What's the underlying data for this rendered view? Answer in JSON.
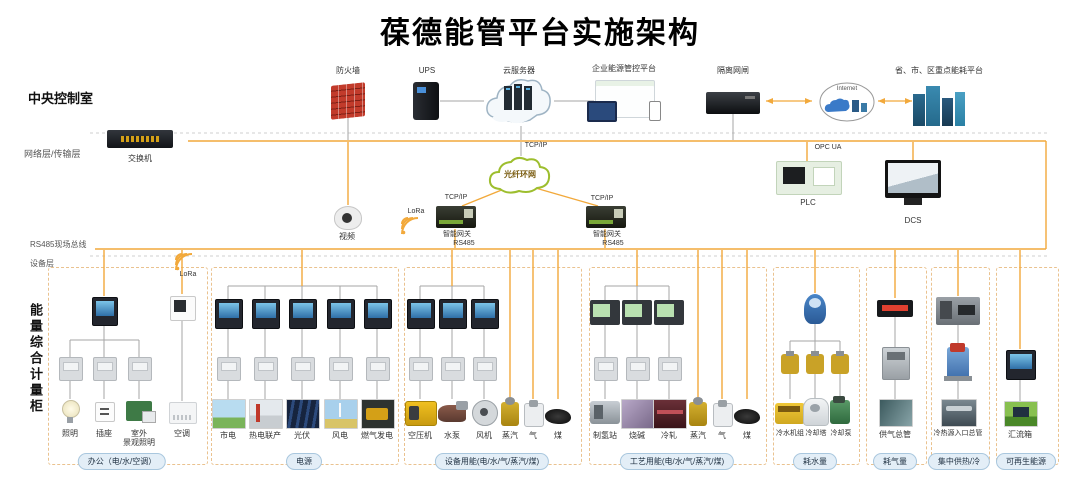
{
  "title": "葆德能管平台实施架构",
  "layers": {
    "central_control_room": "中央控制室",
    "network_transport": "网络层/传输层",
    "rs485_fieldbus": "RS485现场总线",
    "device_layer": "设备层",
    "metering_cabinet": "能量综合计量柜"
  },
  "top_row": {
    "firewall": "防火墙",
    "ups": "UPS",
    "cloud_server": "云服务器",
    "energy_platform": "企业能源管控平台",
    "isolation_gateway": "隔离网闸",
    "internet": "Internet",
    "gov_platform": "省、市、区重点能耗平台"
  },
  "network_row": {
    "switch": "交换机",
    "video": "视频",
    "fiber_ring": "光纤环网",
    "tcpip": "TCP/IP",
    "lora": "LoRa",
    "smart_gateway": "智能网关",
    "rs485": "RS485",
    "opc_ua": "OPC UA",
    "plc": "PLC",
    "dcs": "DCS"
  },
  "groups": [
    {
      "name": "办公（电/水/空调）",
      "devices": [
        "照明",
        "插座",
        "室外\n景观照明",
        "空调"
      ]
    },
    {
      "name": "电源",
      "devices": [
        "市电",
        "热电联产",
        "光伏",
        "风电",
        "燃气发电"
      ]
    },
    {
      "name": "设备用能(电/水/气/蒸汽/煤)",
      "devices": [
        "空压机",
        "水泵",
        "风机",
        "蒸汽",
        "气",
        "煤"
      ]
    },
    {
      "name": "工艺用能(电/水/气/蒸汽/煤)",
      "devices": [
        "制氢站",
        "烧碱",
        "冷轧",
        "蒸汽",
        "气",
        "煤"
      ]
    },
    {
      "name": "耗水量",
      "devices": [
        "冷水机组",
        "冷却塔",
        "冷却泵"
      ]
    },
    {
      "name": "耗气量",
      "devices": [
        "供气总管"
      ]
    },
    {
      "name": "集中供热/冷",
      "devices": [
        "冷热源入口总管"
      ]
    },
    {
      "name": "可再生能源",
      "devices": [
        "汇流箱"
      ]
    }
  ],
  "colors": {
    "bus_orange": "#F2A93B",
    "connector_gray": "#A6A6A6",
    "group_box_dash": "#EAC28F",
    "group_pill_fill": "#E3EEF7",
    "group_pill_border": "#A9C7DE",
    "firewall_red": "#C0392B",
    "fiber_ring_green": "#9DBE2E"
  }
}
